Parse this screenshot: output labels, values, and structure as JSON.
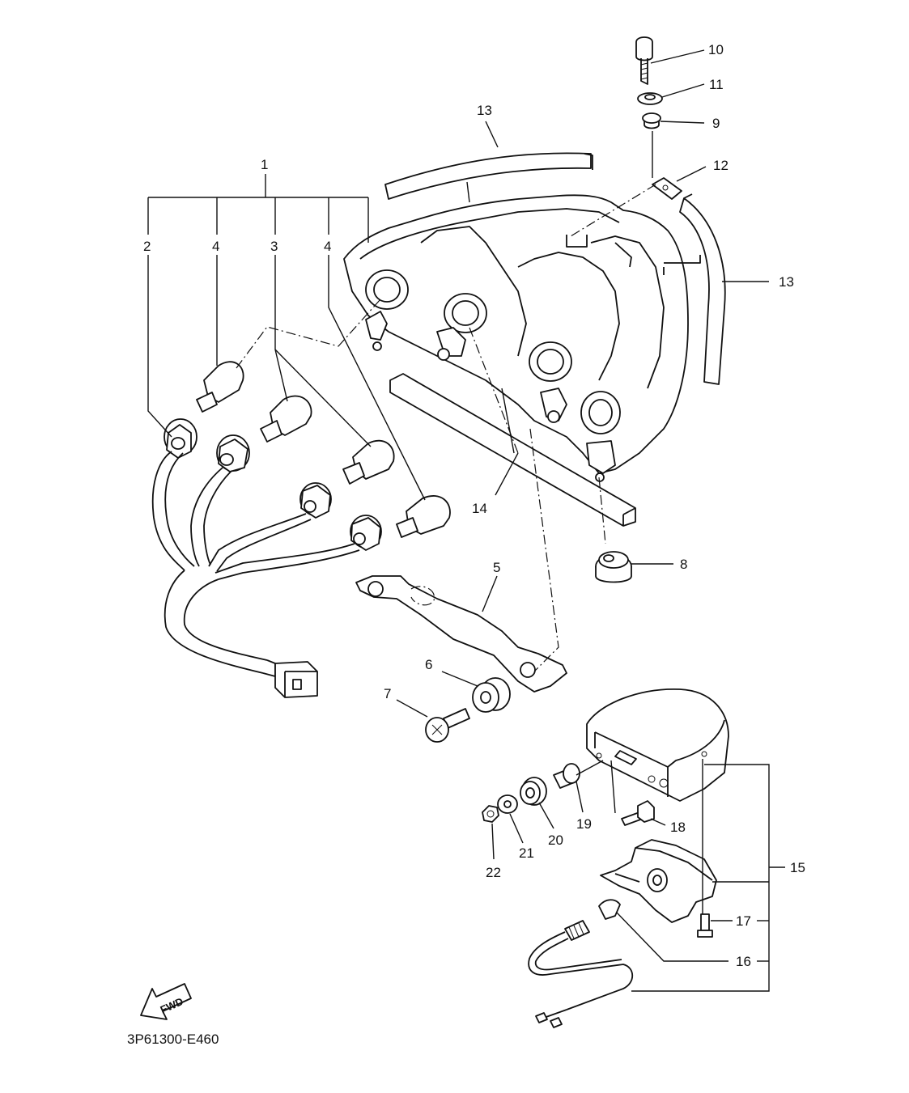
{
  "diagram": {
    "code": "3P61300-E460",
    "direction_label": "FWD",
    "callouts": [
      "1",
      "2",
      "3",
      "4",
      "4",
      "5",
      "6",
      "7",
      "8",
      "9",
      "10",
      "11",
      "12",
      "13",
      "13",
      "14",
      "15",
      "16",
      "17",
      "18",
      "19",
      "20",
      "21",
      "22"
    ]
  }
}
